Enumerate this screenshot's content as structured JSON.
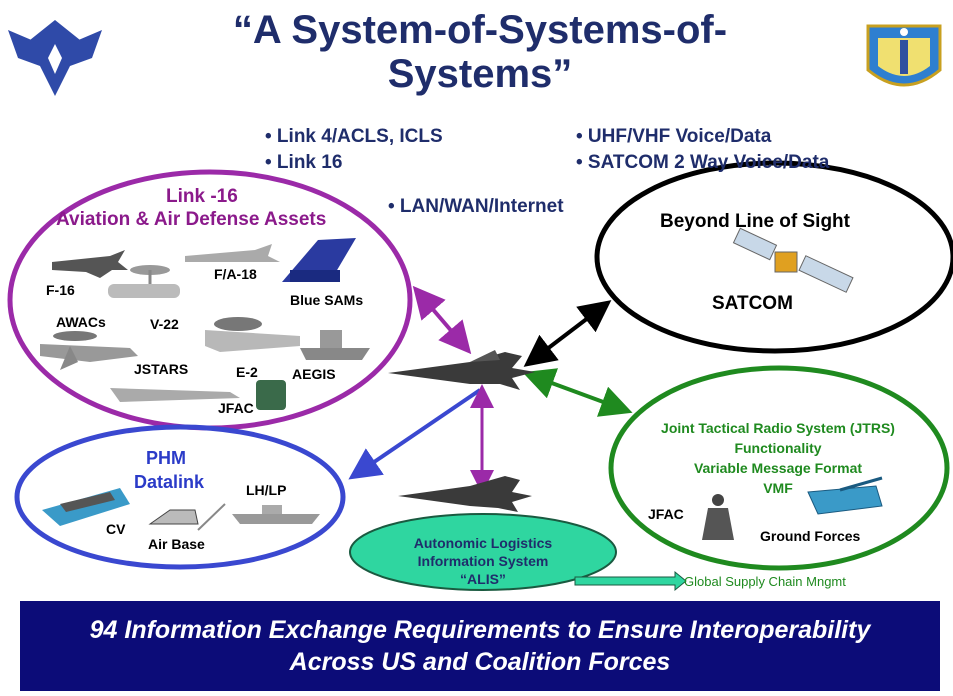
{
  "title_line1": "“A System-of-Systems-of-",
  "title_line2": "Systems”",
  "bullets_left": [
    "• Link 4/ACLS, ICLS",
    "• Link 16"
  ],
  "bullets_right": [
    "• UHF/VHF Voice/Data",
    "• SATCOM 2 Way Voice/Data"
  ],
  "bullet_lan": "• LAN/WAN/Internet",
  "link16": {
    "title1": "Link -16",
    "title2": "Aviation & Air Defense Assets",
    "assets": [
      "F-16",
      "F/A-18",
      "Blue SAMs",
      "AWACs",
      "V-22",
      "JSTARS",
      "E-2",
      "AEGIS",
      "JFAC"
    ]
  },
  "phm": {
    "title1": "PHM",
    "title2": "Datalink",
    "assets": [
      "CV",
      "Air Base",
      "LH/LP"
    ]
  },
  "blos": {
    "title": "Beyond Line of Sight",
    "subtitle": "SATCOM"
  },
  "jtrs": {
    "line1": "Joint Tactical Radio System (JTRS)",
    "line2": "Functionality",
    "line3": "Variable Message Format",
    "line4": "VMF",
    "assets": [
      "JFAC",
      "Ground Forces"
    ]
  },
  "alis": {
    "line1": "Autonomic Logistics",
    "line2": "Information System",
    "line3": "“ALIS”"
  },
  "supply_chain": "Global Supply Chain Mngmt",
  "banner": {
    "line1": "94 Information Exchange Requirements to Ensure Interoperability",
    "line2": "Across US and Coalition Forces"
  },
  "colors": {
    "title": "#1f2d6b",
    "purple": "#8b1a8b",
    "blue": "#2b3bc8",
    "green": "#1f8a1f",
    "alis_fill": "#2fd6a0",
    "banner_bg": "#0c0c78"
  }
}
